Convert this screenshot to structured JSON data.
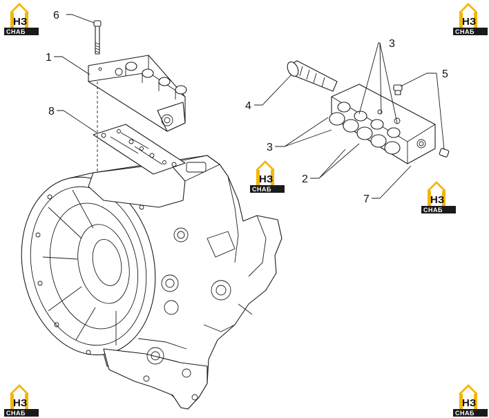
{
  "callouts": [
    {
      "id": "c1",
      "label": "1"
    },
    {
      "id": "c2",
      "label": "2"
    },
    {
      "id": "c3a",
      "label": "3"
    },
    {
      "id": "c3b",
      "label": "3"
    },
    {
      "id": "c4",
      "label": "4"
    },
    {
      "id": "c5",
      "label": "5"
    },
    {
      "id": "c6",
      "label": "6"
    },
    {
      "id": "c7",
      "label": "7"
    },
    {
      "id": "c8",
      "label": "8"
    }
  ],
  "watermark": {
    "top": "НЗ",
    "bottom": "СНАБ",
    "accent_color": "#f2b705",
    "badge_color": "#1a1a1a"
  },
  "colors": {
    "line": "#1a1a1a",
    "background": "#ffffff"
  }
}
